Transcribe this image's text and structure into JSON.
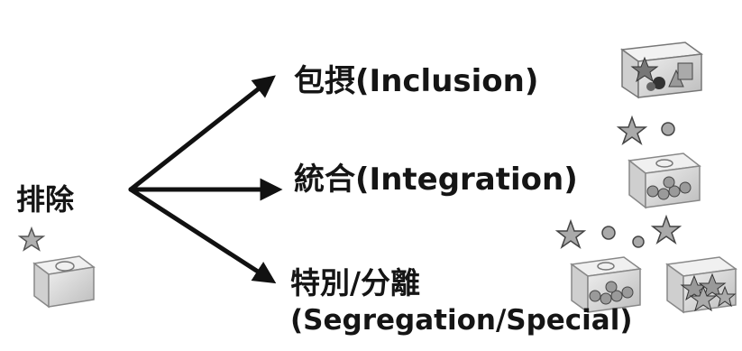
{
  "labels": {
    "exclusion": "排除",
    "inclusion": "包摂(Inclusion)",
    "integration": "統合(Integration)",
    "segregation": "特別/分離",
    "segregation_sub": "(Segregation/Special)"
  },
  "colors": {
    "text": "#151515",
    "arrow": "#111111",
    "box_fill": "#d9d9d9",
    "box_edge": "#8a8a8a",
    "icon_fill": "#9a9a9a"
  },
  "icons": [
    "box-with-shapes-icon",
    "star-icon",
    "ball-icon",
    "box-with-balls-icon"
  ]
}
